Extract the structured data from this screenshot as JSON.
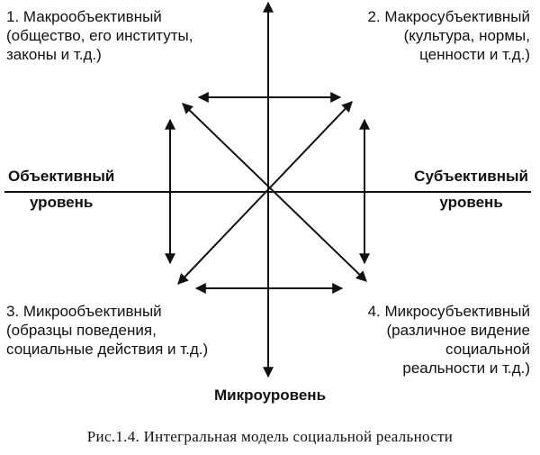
{
  "quadrants": {
    "q1": [
      "1. Макрообъективный",
      "(общество, его институты,",
      "законы и т.д.)"
    ],
    "q2": [
      "2. Макросубъективный",
      "(культура, нормы,",
      "ценности и т.д.)"
    ],
    "q3": [
      "3. Микрообъективный",
      "(образцы поведения,",
      "социальные действия и т.д.)"
    ],
    "q4": [
      "4. Микросубъективный",
      "(различное видение",
      "социальной",
      "реальности и т.д.)"
    ]
  },
  "axes": {
    "left": [
      "Объективный",
      "уровень"
    ],
    "right": [
      "Субъективный",
      "уровень"
    ],
    "bottom": "Микроуровень"
  },
  "caption": "Рис.1.4. Интегральная модель социальной реальности"
}
